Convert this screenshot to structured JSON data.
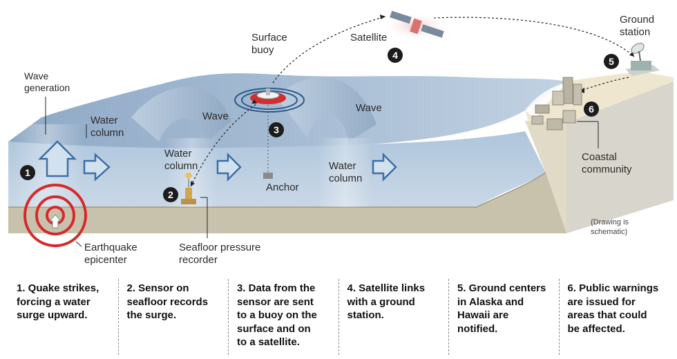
{
  "labels": {
    "wave_generation": "Wave\ngeneration",
    "water_column_1": "Water\ncolumn",
    "water_column_2": "Water\ncolumn",
    "water_column_3": "Water\ncolumn",
    "wave_1": "Wave",
    "wave_2": "Wave",
    "surface_buoy": "Surface\nbuoy",
    "satellite": "Satellite",
    "ground_station": "Ground\nstation",
    "anchor": "Anchor",
    "coastal_community": "Coastal\ncommunity",
    "drawing_note": "(Drawing is\nschematic)",
    "earthquake_epicenter": "Earthquake\nepicenter",
    "seafloor_pressure_recorder": "Seafloor pressure\nrecorder"
  },
  "badges": [
    "1",
    "2",
    "3",
    "4",
    "5",
    "6"
  ],
  "steps": [
    {
      "text": "1. Quake strikes,\nforcing a water\nsurge upward."
    },
    {
      "text": "2. Sensor on\nseafloor records\nthe surge."
    },
    {
      "text": "3. Data from the\nsensor are sent\nto a buoy on the\nsurface and on\nto a satellite."
    },
    {
      "text": "4. Satellite links\nwith a ground\nstation."
    },
    {
      "text": "5. Ground centers\nin Alaska and\nHawaii are\nnotified."
    },
    {
      "text": "6. Public warnings\nare issued for\nareas that could\nbe affected."
    }
  ],
  "colors": {
    "water_surface": "#a9bfd6",
    "water_front": "#b8cde0",
    "seafloor": "#c8c2ad",
    "sand": "#efe6cf",
    "land_side": "#d8d6cc",
    "arrow_blue": "#3a6ea8",
    "epicenter_red": "#d42a2a",
    "badge": "#1c1c1c"
  }
}
